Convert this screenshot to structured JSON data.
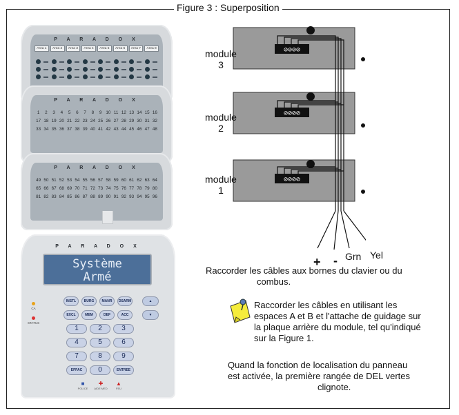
{
  "figure": {
    "title": "Figure 3 : Superposition"
  },
  "led_modules": [
    {
      "brand": "P A R A D O X",
      "areas": [
        "Area 1",
        "Area 2",
        "Area 3",
        "Area 4",
        "Area 5",
        "Area 6",
        "Area 7",
        "Area 8"
      ]
    },
    {
      "brand": "P A R A D O X",
      "numbers": [
        "1",
        "2",
        "3",
        "4",
        "5",
        "6",
        "7",
        "8",
        "9",
        "10",
        "11",
        "12",
        "13",
        "14",
        "15",
        "16",
        "17",
        "18",
        "19",
        "20",
        "21",
        "22",
        "23",
        "24",
        "25",
        "26",
        "27",
        "28",
        "29",
        "30",
        "31",
        "32",
        "33",
        "34",
        "35",
        "36",
        "37",
        "38",
        "39",
        "40",
        "41",
        "42",
        "43",
        "44",
        "45",
        "46",
        "47",
        "48"
      ]
    },
    {
      "brand": "P A R A D O X",
      "numbers": [
        "49",
        "50",
        "51",
        "52",
        "53",
        "54",
        "55",
        "56",
        "57",
        "58",
        "59",
        "60",
        "61",
        "62",
        "63",
        "64",
        "65",
        "66",
        "67",
        "68",
        "69",
        "70",
        "71",
        "72",
        "73",
        "74",
        "75",
        "76",
        "77",
        "78",
        "79",
        "80",
        "81",
        "82",
        "83",
        "84",
        "85",
        "86",
        "87",
        "88",
        "89",
        "90",
        "91",
        "92",
        "93",
        "94",
        "95",
        "96"
      ]
    }
  ],
  "keypad": {
    "brand": "P A R A D O X",
    "lcd_line1": "Système",
    "lcd_line2": "Armé",
    "status_labels": [
      "CA",
      "STATUS"
    ],
    "func_row1": [
      "INSTL",
      "BURG",
      "MANR",
      "DSARM"
    ],
    "func_row2": [
      "EXCL",
      "MEM",
      "DEF",
      "ACC"
    ],
    "digits": [
      "1",
      "2",
      "3",
      "4",
      "5",
      "6",
      "7",
      "8",
      "9"
    ],
    "clear": "EFFAC",
    "zero": "0",
    "enter": "ENTREE",
    "footer": [
      "POLICE",
      "AIDE MED",
      "FEU"
    ]
  },
  "modules": [
    {
      "label_line1": "module",
      "label_line2": "3"
    },
    {
      "label_line1": "module",
      "label_line2": "2"
    },
    {
      "label_line1": "module",
      "label_line2": "1"
    }
  ],
  "wires": {
    "plus": "+",
    "minus": "-",
    "green": "Grn",
    "yellow": "Yel"
  },
  "instructions": {
    "connect_line1": "Raccorder les câbles aux bornes du clavier ou du",
    "connect_line2": "combus.",
    "note_lines": [
      "Raccorder les câbles en utilisant les",
      "espaces A et B et l'attache de guidage sur",
      "la plaque arrière du module, tel qu'indiqué",
      "sur la Figure 1."
    ],
    "locate_lines": [
      "Quand la fonction de localisation du panneau",
      "est activée, la première rangée de DEL vertes",
      "clignote."
    ]
  },
  "colors": {
    "led_panel": "#aab2b9",
    "lcd": "#4c6f99",
    "key": "#c9d2e6",
    "note": "#f5ec3c"
  }
}
